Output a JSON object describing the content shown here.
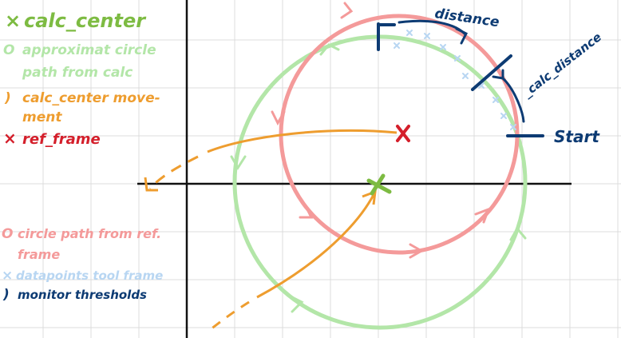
{
  "legend": {
    "calc_center": {
      "symbol": "×",
      "label": "calc_center",
      "color": "#7dbb42"
    },
    "approx_circle": {
      "symbol": "O",
      "line1": "approximat circle",
      "line2": "path from calc",
      "color": "#b3e6a8"
    },
    "center_movement": {
      "symbol": ")",
      "line1": "calc_center move-",
      "line2": "ment",
      "color": "#ee9d2f"
    },
    "ref_frame": {
      "symbol": "×",
      "label": "ref_frame",
      "color": "#d41f2b"
    },
    "ref_circle": {
      "symbol": "O",
      "line1": "circle path from ref.",
      "line2": "frame",
      "color": "#f49a9a"
    },
    "datapoints": {
      "symbol": "×",
      "label": "datapoints tool frame",
      "color": "#b8d6f2"
    },
    "thresholds": {
      "symbol": ")",
      "label": "monitor thresholds",
      "color": "#0d3b73"
    }
  },
  "annotations": {
    "distance": "distance",
    "calc_distance": "_calc_distance",
    "start": "Start"
  },
  "colors": {
    "grid": "#dcdcdc",
    "axes": "#111111",
    "red_circle": "#f49a9a",
    "green_circle": "#b3e6a8",
    "orange": "#ee9d2f",
    "navy": "#0d3b73",
    "light_blue": "#b8d6f2",
    "green_x": "#7dbb42",
    "red_x": "#d41f2b"
  }
}
